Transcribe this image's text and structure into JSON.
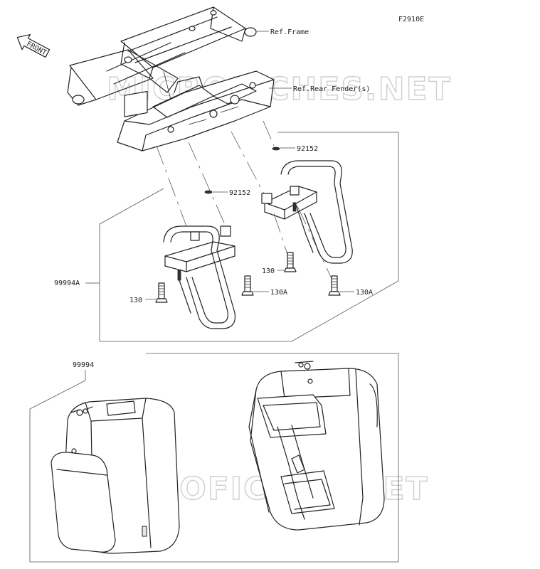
{
  "figure_code": "F2910E",
  "front_label": "FRONT",
  "watermark": "MICROFICHES.NET",
  "callouts": {
    "ref_frame": "Ref.Frame",
    "ref_rear_fender": "Ref.Rear Fender(s)",
    "part_92152_upper": "92152",
    "part_92152_lower": "92152",
    "part_130_right": "130",
    "part_130_left": "130",
    "part_130a_mid": "130A",
    "part_130a_right": "130A",
    "assy_99994a": "99994A",
    "assy_99994": "99994"
  }
}
